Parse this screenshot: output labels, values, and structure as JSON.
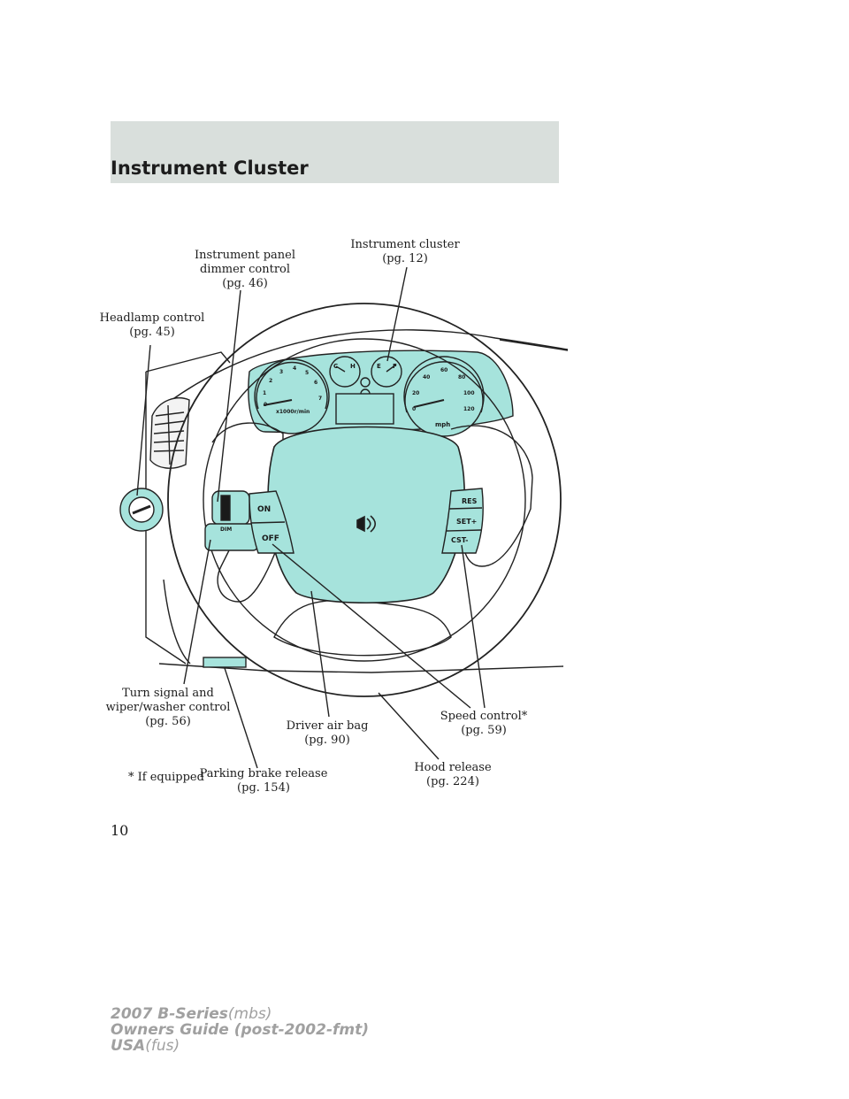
{
  "header": {
    "title": "Instrument Cluster"
  },
  "callouts": {
    "headlamp": {
      "text": "Headlamp control",
      "page": "(pg. 45)"
    },
    "dimmer": {
      "line1": "Instrument panel",
      "line2": "dimmer control",
      "page": "(pg. 46)"
    },
    "cluster": {
      "text": "Instrument cluster",
      "page": "(pg. 12)"
    },
    "turn_signal": {
      "line1": "Turn signal and",
      "line2": "wiper/washer control",
      "page": "(pg. 56)"
    },
    "air_bag": {
      "text": "Driver air bag",
      "page": "(pg. 90)"
    },
    "speed_control": {
      "text": "Speed control*",
      "page": "(pg. 59)"
    },
    "parking_brake": {
      "text": "Parking brake release",
      "page": "(pg. 154)"
    },
    "hood_release": {
      "text": "Hood release",
      "page": "(pg. 224)"
    }
  },
  "diagram_labels": {
    "on": "ON",
    "off": "OFF",
    "res": "RES",
    "set": "SET+",
    "cst": "CST-",
    "dim": "DIM",
    "rpm_unit": "x1000r/min",
    "speed_unit": "mph",
    "fuel_e": "E",
    "fuel_f": "F",
    "temp_c": "C",
    "temp_h": "H",
    "tach_ticks": [
      "0",
      "1",
      "2",
      "3",
      "4",
      "5",
      "6",
      "7"
    ],
    "speed_ticks": [
      "0",
      "20",
      "40",
      "60",
      "80",
      "100",
      "120"
    ]
  },
  "footnote": "* If equipped",
  "page_number": "10",
  "footer": {
    "line1_bold": "2007 B-Series",
    "line1_rest": "(mbs)",
    "line2_bold": "Owners Guide (post-2002-fmt)",
    "line3_bold": "USA",
    "line3_rest": "(fus)"
  },
  "colors": {
    "highlight": "#a6e3dc",
    "header_band": "#d9dfdc",
    "footer_text": "#a0a0a0"
  },
  "icons": [
    "horn-icon",
    "headlamp-knob-icon",
    "air-vent-icon"
  ]
}
